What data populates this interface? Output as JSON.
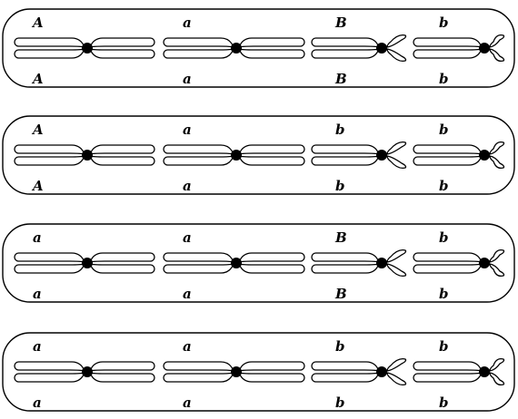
{
  "cells": [
    {
      "chromosomes": [
        {
          "top": "A",
          "bottom": "A"
        },
        {
          "top": "a",
          "bottom": "a"
        },
        {
          "top": "B",
          "bottom": "B"
        },
        {
          "top": "b",
          "bottom": "b"
        }
      ]
    },
    {
      "chromosomes": [
        {
          "top": "A",
          "bottom": "A"
        },
        {
          "top": "a",
          "bottom": "a"
        },
        {
          "top": "b",
          "bottom": "b"
        },
        {
          "top": "b",
          "bottom": "b"
        }
      ]
    },
    {
      "chromosomes": [
        {
          "top": "a",
          "bottom": "a"
        },
        {
          "top": "a",
          "bottom": "a"
        },
        {
          "top": "B",
          "bottom": "B"
        },
        {
          "top": "b",
          "bottom": "b"
        }
      ]
    },
    {
      "chromosomes": [
        {
          "top": "a",
          "bottom": "a"
        },
        {
          "top": "a",
          "bottom": "a"
        },
        {
          "top": "b",
          "bottom": "b"
        },
        {
          "top": "b",
          "bottom": "b"
        }
      ]
    }
  ]
}
